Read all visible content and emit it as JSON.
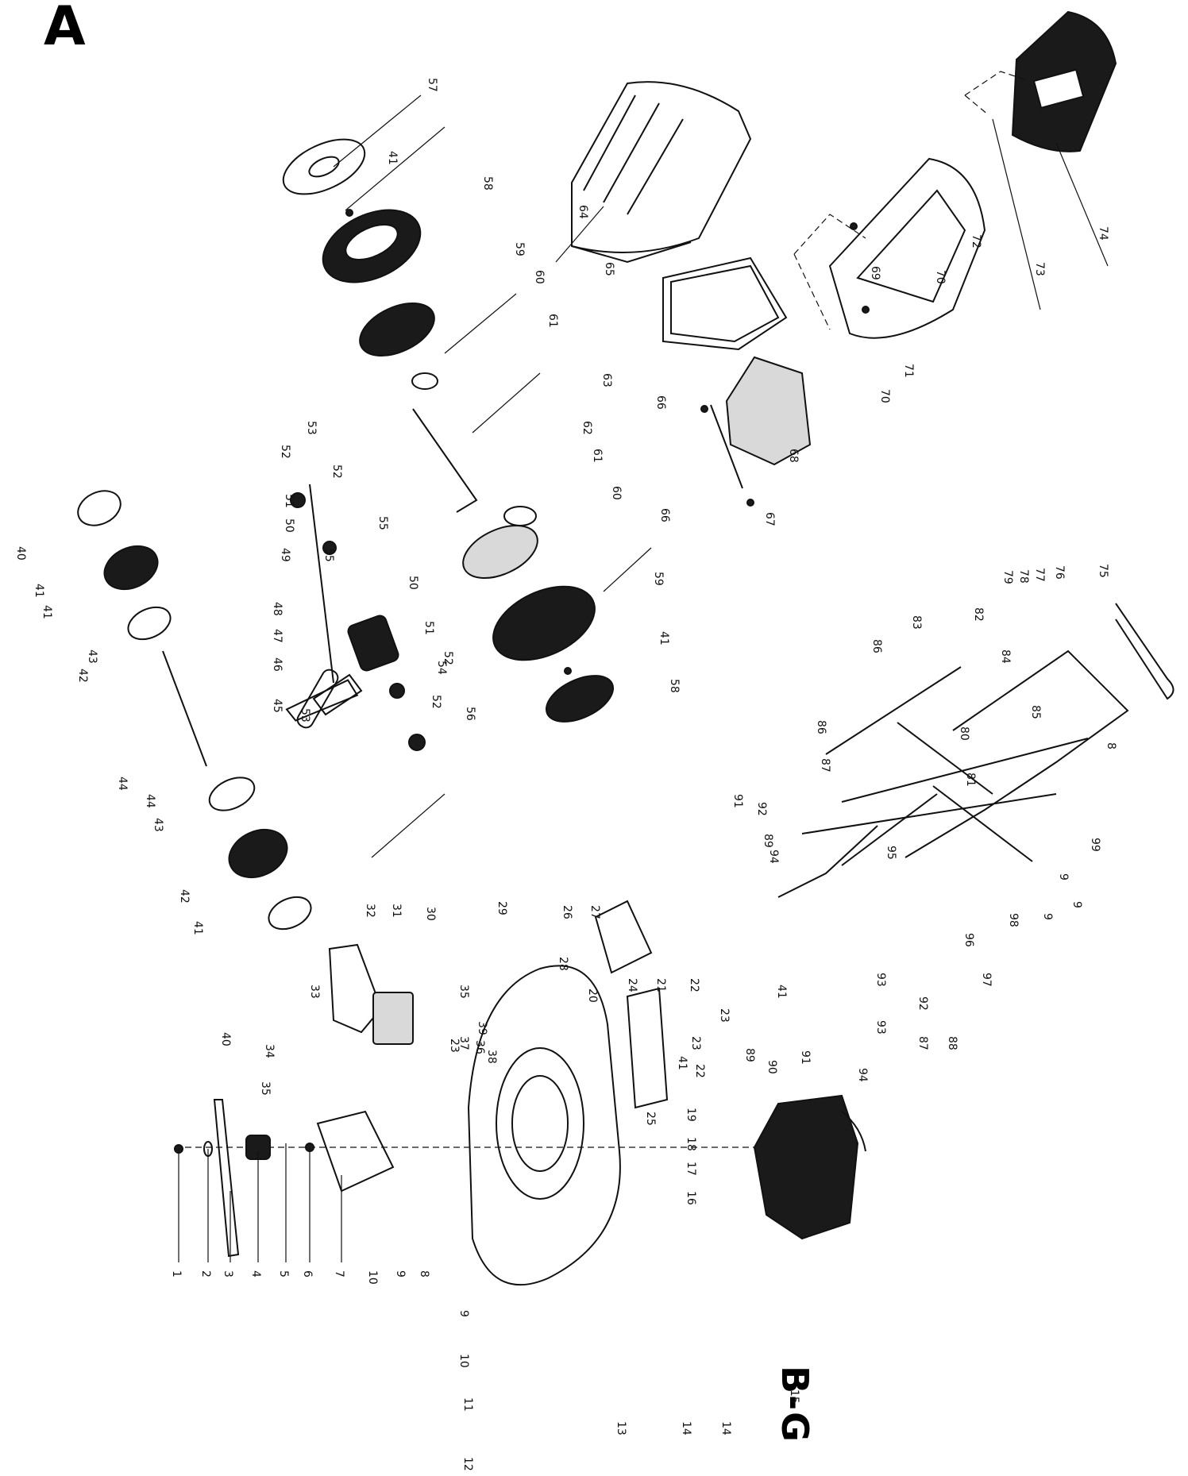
{
  "page_letter": "A",
  "model_code": "B-G",
  "callouts": [
    {
      "id": "c1",
      "text": "1"
    },
    {
      "id": "c2",
      "text": "2"
    },
    {
      "id": "c3",
      "text": "3"
    },
    {
      "id": "c4",
      "text": "4"
    },
    {
      "id": "c5",
      "text": "5"
    },
    {
      "id": "c6",
      "text": "6"
    },
    {
      "id": "c7",
      "text": "7"
    },
    {
      "id": "c8",
      "text": "8"
    },
    {
      "id": "c9a",
      "text": "9"
    },
    {
      "id": "c9b",
      "text": "9"
    },
    {
      "id": "c10a",
      "text": "10"
    },
    {
      "id": "c10b",
      "text": "10"
    },
    {
      "id": "c11",
      "text": "11"
    },
    {
      "id": "c12",
      "text": "12"
    },
    {
      "id": "c13",
      "text": "13"
    },
    {
      "id": "c14a",
      "text": "14"
    },
    {
      "id": "c14b",
      "text": "14"
    },
    {
      "id": "c15",
      "text": "15"
    },
    {
      "id": "c16",
      "text": "16"
    },
    {
      "id": "c17",
      "text": "17"
    },
    {
      "id": "c18",
      "text": "18"
    },
    {
      "id": "c19",
      "text": "19"
    },
    {
      "id": "c20",
      "text": "20"
    },
    {
      "id": "c21",
      "text": "21"
    },
    {
      "id": "c22a",
      "text": "22"
    },
    {
      "id": "c22b",
      "text": "22"
    },
    {
      "id": "c23a",
      "text": "23"
    },
    {
      "id": "c23b",
      "text": "23"
    },
    {
      "id": "c23c",
      "text": "23"
    },
    {
      "id": "c24",
      "text": "24"
    },
    {
      "id": "c25",
      "text": "25"
    },
    {
      "id": "c26",
      "text": "26"
    },
    {
      "id": "c27",
      "text": "27"
    },
    {
      "id": "c28",
      "text": "28"
    },
    {
      "id": "c29",
      "text": "29"
    },
    {
      "id": "c30",
      "text": "30"
    },
    {
      "id": "c31",
      "text": "31"
    },
    {
      "id": "c32",
      "text": "32"
    },
    {
      "id": "c33",
      "text": "33"
    },
    {
      "id": "c34",
      "text": "34"
    },
    {
      "id": "c35a",
      "text": "35"
    },
    {
      "id": "c35b",
      "text": "35"
    },
    {
      "id": "c36",
      "text": "36"
    },
    {
      "id": "c37",
      "text": "37"
    },
    {
      "id": "c38",
      "text": "38"
    },
    {
      "id": "c39",
      "text": "39"
    },
    {
      "id": "c40a",
      "text": "40"
    },
    {
      "id": "c40b",
      "text": "40"
    },
    {
      "id": "c41a",
      "text": "41"
    },
    {
      "id": "c41b",
      "text": "41"
    },
    {
      "id": "c41c",
      "text": "41"
    },
    {
      "id": "c41d",
      "text": "41"
    },
    {
      "id": "c41e",
      "text": "41"
    },
    {
      "id": "c41f",
      "text": "41"
    },
    {
      "id": "c41g",
      "text": "41"
    },
    {
      "id": "c42a",
      "text": "42"
    },
    {
      "id": "c42b",
      "text": "42"
    },
    {
      "id": "c43a",
      "text": "43"
    },
    {
      "id": "c43b",
      "text": "43"
    },
    {
      "id": "c44a",
      "text": "44"
    },
    {
      "id": "c44b",
      "text": "44"
    },
    {
      "id": "c45",
      "text": "45"
    },
    {
      "id": "c46",
      "text": "46"
    },
    {
      "id": "c47",
      "text": "47"
    },
    {
      "id": "c48",
      "text": "48"
    },
    {
      "id": "c49",
      "text": "49"
    },
    {
      "id": "c50a",
      "text": "50"
    },
    {
      "id": "c50b",
      "text": "50"
    },
    {
      "id": "c51a",
      "text": "51"
    },
    {
      "id": "c51b",
      "text": "51"
    },
    {
      "id": "c52a",
      "text": "52"
    },
    {
      "id": "c52b",
      "text": "52"
    },
    {
      "id": "c52c",
      "text": "52"
    },
    {
      "id": "c52d",
      "text": "52"
    },
    {
      "id": "c53a",
      "text": "53"
    },
    {
      "id": "c53b",
      "text": "53"
    },
    {
      "id": "c54",
      "text": "54"
    },
    {
      "id": "c55a",
      "text": "55"
    },
    {
      "id": "c55b",
      "text": "55"
    },
    {
      "id": "c56",
      "text": "56"
    },
    {
      "id": "c57",
      "text": "57"
    },
    {
      "id": "c58a",
      "text": "58"
    },
    {
      "id": "c58b",
      "text": "58"
    },
    {
      "id": "c59a",
      "text": "59"
    },
    {
      "id": "c59b",
      "text": "59"
    },
    {
      "id": "c60a",
      "text": "60"
    },
    {
      "id": "c60b",
      "text": "60"
    },
    {
      "id": "c61a",
      "text": "61"
    },
    {
      "id": "c61b",
      "text": "61"
    },
    {
      "id": "c62",
      "text": "62"
    },
    {
      "id": "c63",
      "text": "63"
    },
    {
      "id": "c64",
      "text": "64"
    },
    {
      "id": "c65",
      "text": "65"
    },
    {
      "id": "c66a",
      "text": "66"
    },
    {
      "id": "c66b",
      "text": "66"
    },
    {
      "id": "c67",
      "text": "67"
    },
    {
      "id": "c68",
      "text": "68"
    },
    {
      "id": "c69",
      "text": "69"
    },
    {
      "id": "c70a",
      "text": "70"
    },
    {
      "id": "c70b",
      "text": "70"
    },
    {
      "id": "c71",
      "text": "71"
    },
    {
      "id": "c72",
      "text": "72"
    },
    {
      "id": "c73",
      "text": "73"
    },
    {
      "id": "c74",
      "text": "74"
    },
    {
      "id": "c75",
      "text": "75"
    },
    {
      "id": "c76",
      "text": "76"
    },
    {
      "id": "c77",
      "text": "77"
    },
    {
      "id": "c78",
      "text": "78"
    },
    {
      "id": "c79",
      "text": "79"
    },
    {
      "id": "c80",
      "text": "80"
    },
    {
      "id": "c81",
      "text": "81"
    },
    {
      "id": "c82",
      "text": "82"
    },
    {
      "id": "c83",
      "text": "83"
    },
    {
      "id": "c84",
      "text": "84"
    },
    {
      "id": "c85",
      "text": "85"
    },
    {
      "id": "c86a",
      "text": "86"
    },
    {
      "id": "c86b",
      "text": "86"
    },
    {
      "id": "c87a",
      "text": "87"
    },
    {
      "id": "c87b",
      "text": "87"
    },
    {
      "id": "c88",
      "text": "88"
    },
    {
      "id": "c89a",
      "text": "89"
    },
    {
      "id": "c89b",
      "text": "89"
    },
    {
      "id": "c90",
      "text": "90"
    },
    {
      "id": "c91a",
      "text": "91"
    },
    {
      "id": "c91b",
      "text": "91"
    },
    {
      "id": "c92a",
      "text": "92"
    },
    {
      "id": "c92b",
      "text": "92"
    },
    {
      "id": "c93a",
      "text": "93"
    },
    {
      "id": "c93b",
      "text": "93"
    },
    {
      "id": "c94a",
      "text": "94"
    },
    {
      "id": "c94b",
      "text": "94"
    },
    {
      "id": "c95",
      "text": "95"
    },
    {
      "id": "c96",
      "text": "96"
    },
    {
      "id": "c97",
      "text": "97"
    },
    {
      "id": "c98",
      "text": "98"
    },
    {
      "id": "c99",
      "text": "99"
    },
    {
      "id": "c8b",
      "text": "8"
    },
    {
      "id": "c9c",
      "text": "9"
    },
    {
      "id": "c9d",
      "text": "9"
    },
    {
      "id": "c9e",
      "text": "9"
    }
  ]
}
